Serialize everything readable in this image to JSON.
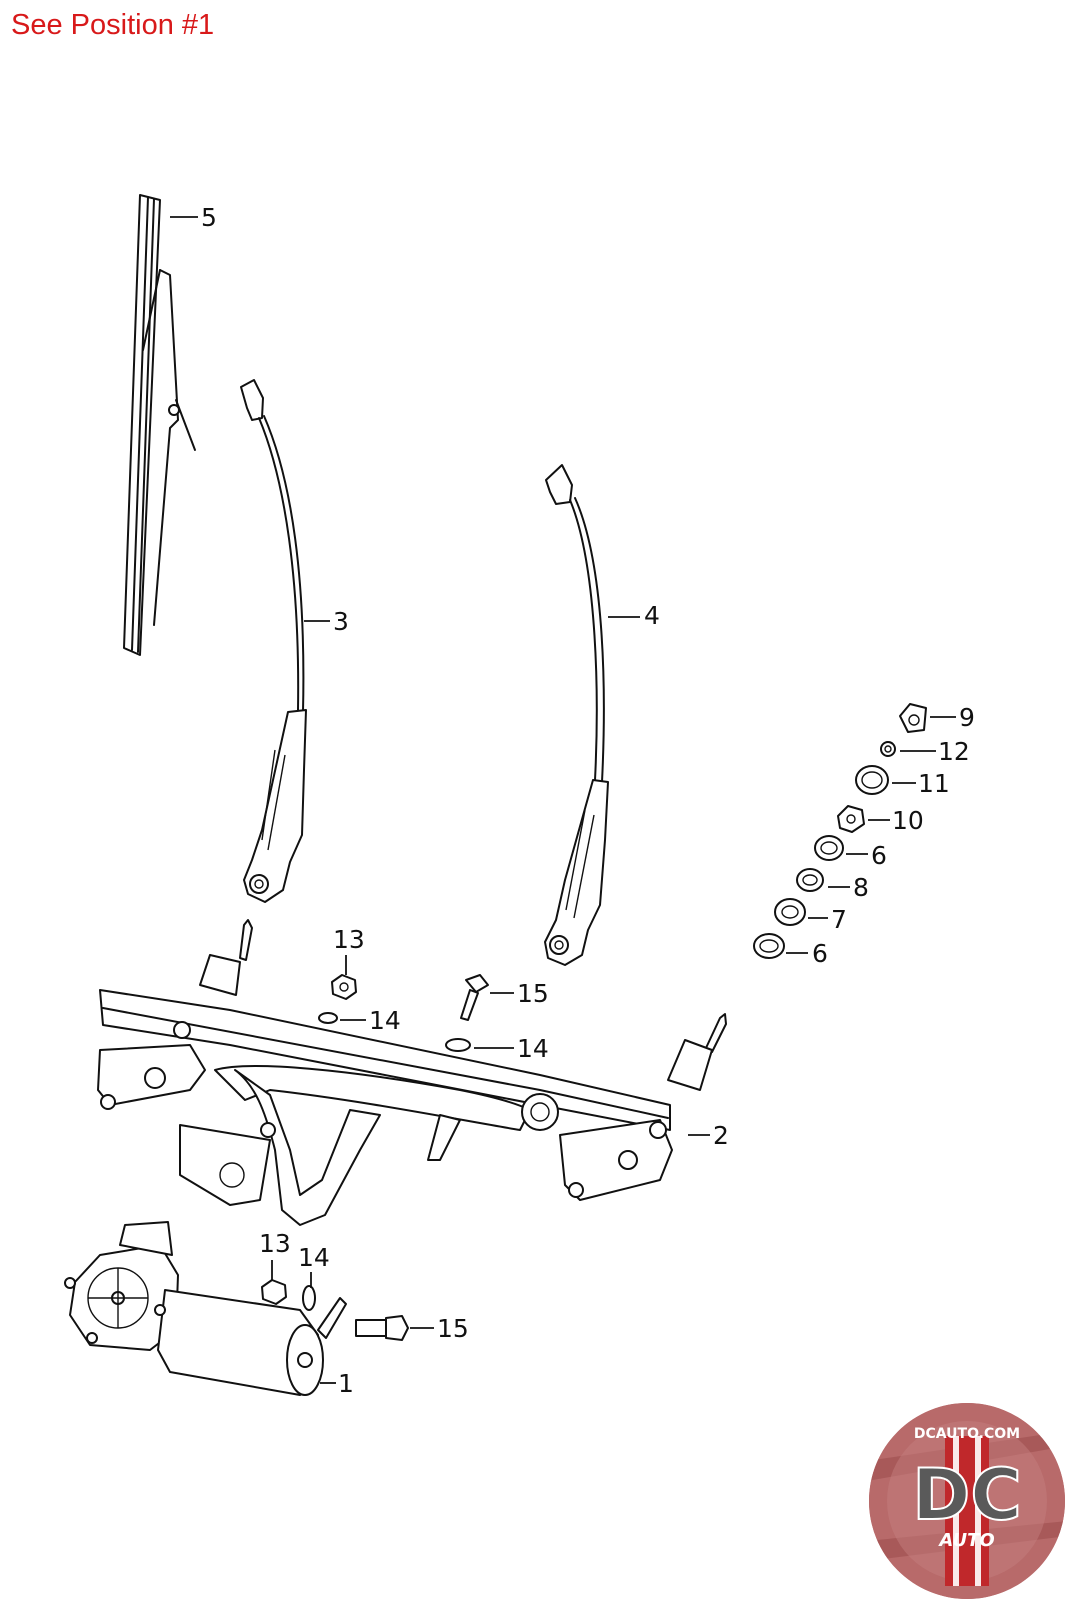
{
  "header": {
    "note": "See Position #1"
  },
  "callouts": {
    "c1": "1",
    "c2": "2",
    "c3": "3",
    "c4": "4",
    "c5": "5",
    "c6a": "6",
    "c6b": "6",
    "c7": "7",
    "c8": "8",
    "c9": "9",
    "c10": "10",
    "c11": "11",
    "c12": "12",
    "c13a": "13",
    "c13b": "13",
    "c14a": "14",
    "c14b": "14",
    "c14c": "14",
    "c15a": "15",
    "c15b": "15"
  },
  "logo": {
    "top_text": "DCAUTO.COM",
    "letters": "DC",
    "bottom_text": "AUTO"
  },
  "colors": {
    "header_text": "#d8191a",
    "logo_red": "#c0282b",
    "logo_outer": "#b86a6a"
  }
}
